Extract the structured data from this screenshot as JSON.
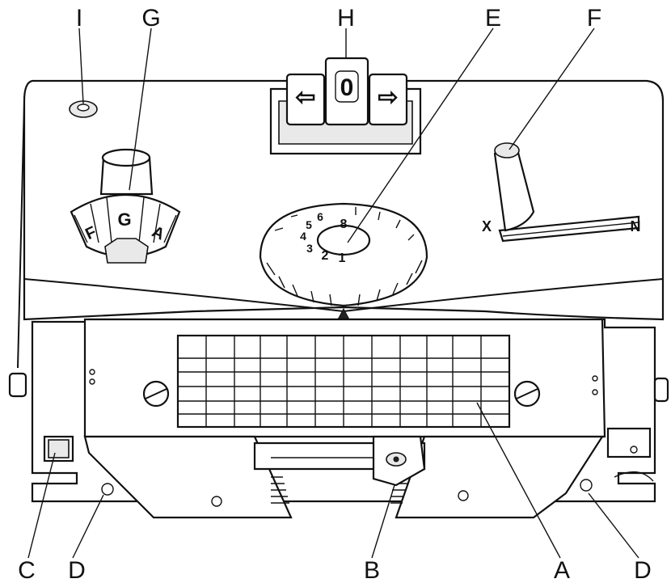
{
  "callouts": {
    "I": "I",
    "G": "G",
    "H": "H",
    "E": "E",
    "F": "F",
    "C": "C",
    "D_left": "D",
    "B": "B",
    "A": "A",
    "D_right": "D"
  },
  "pattern_knob": {
    "labels": [
      "F",
      "G",
      "A"
    ]
  },
  "counter": {
    "left_arrow": "⇦",
    "value": "0",
    "right_arrow": "⇨"
  },
  "stitch_dial": {
    "numbers": [
      "8",
      "1",
      "2",
      "3",
      "4",
      "5",
      "6"
    ]
  },
  "lever": {
    "left_label": "X",
    "right_label": "N"
  },
  "colors": {
    "ink": "#111111",
    "paper": "#ffffff",
    "shade": "#e9e9e9"
  }
}
